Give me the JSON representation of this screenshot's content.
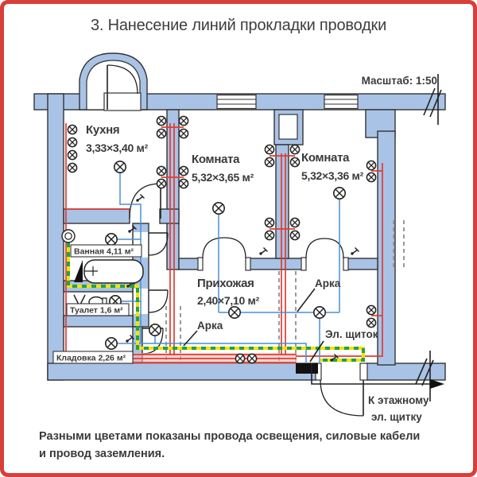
{
  "title": "3. Нанесение линий прокладки проводки",
  "scale_label": "Масштаб: 1:50",
  "rooms": {
    "kitchen": {
      "name": "Кухня",
      "size": "3,33×3,40 м²"
    },
    "room1": {
      "name": "Комната",
      "size": "5,32×3,65 м²"
    },
    "room2": {
      "name": "Комната",
      "size": "5,32×3,36 м²"
    },
    "hallway": {
      "name": "Прихожая",
      "size": "2,40×7,10 м²"
    },
    "bathroom": {
      "label": "Ванная 4,11 м²"
    },
    "toilet": {
      "label": "Туалет 1,6 м²"
    },
    "storage": {
      "label": "Кладовка 2,26 м²"
    }
  },
  "annotations": {
    "arch_left": "Арка",
    "arch_right": "Арка",
    "panel": "Эл. щиток",
    "to_floor_panel_line1": "К этажному",
    "to_floor_panel_line2": "эл. щитку"
  },
  "caption": {
    "line1": "Разными цветами показаны провода освещения, силовые кабели",
    "line2": "и провод заземления."
  },
  "colors": {
    "frame_border": "#d5403a",
    "wall_fill": "#a9c3e6",
    "wall_stroke": "#333333",
    "power_cable": "#e03c31",
    "lighting_wire": "#4a8fd3",
    "ground_wire_yellow": "#f2e20c",
    "ground_wire_green": "#2aa13a",
    "arch_dashed": "#999999",
    "text": "#3a3a3a"
  }
}
